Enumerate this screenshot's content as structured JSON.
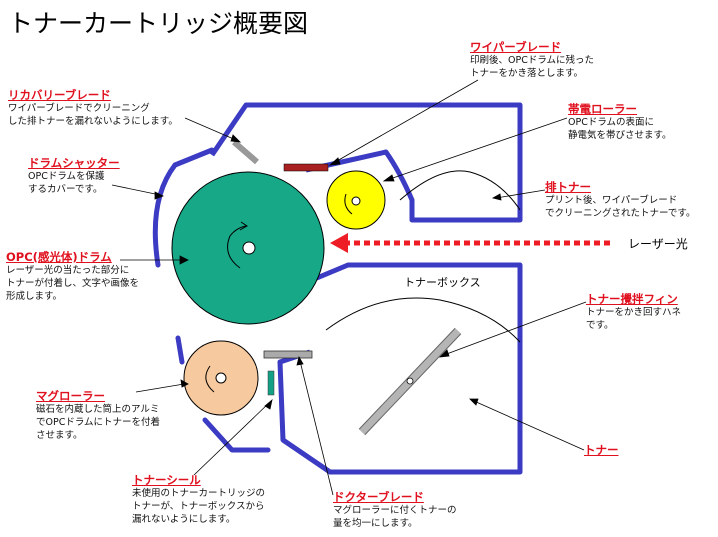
{
  "title": "トナーカートリッジ概要図",
  "labels": {
    "wiper_blade": {
      "title": "ワイパーブレード",
      "lines": [
        "印刷後、OPCドラムに残った",
        "トナーをかき落とします。"
      ]
    },
    "recovery_blade": {
      "title": "リカバリーブレード",
      "lines": [
        "ワイパーブレードでクリーニング",
        "した排トナーを漏れないようにします。"
      ]
    },
    "charge_roller": {
      "title": "帯電ローラー",
      "lines": [
        "OPCドラムの表面に",
        "静電気を帯びさせます。"
      ]
    },
    "drum_shutter": {
      "title": "ドラムシャッター",
      "lines": [
        "OPCドラムを保護",
        "するカバーです。"
      ]
    },
    "waste_toner": {
      "title": "排トナー",
      "lines": [
        "プリント後、ワイパーブレード",
        "でクリーニングされたトナーです。"
      ]
    },
    "opc_drum": {
      "title": "OPC(感光体)ドラム",
      "lines": [
        "レーザー光の当たった部分に",
        "トナーが付着し、文字や画像を",
        "形成します。"
      ]
    },
    "agitator": {
      "title": "トナー攪拌フィン",
      "lines": [
        "トナーをかき回すハネ",
        "です。"
      ]
    },
    "magnet_roller": {
      "title": "マグローラー",
      "lines": [
        "磁石を内蔵した筒上のアルミ",
        "でOPCドラムにトナーを付着",
        "させます。"
      ]
    },
    "toner": {
      "title": "トナー",
      "lines": []
    },
    "toner_seal": {
      "title": "トナーシール",
      "lines": [
        "未使用のトナーカートリッジの",
        "トナーが、トナーボックスから",
        "漏れないようにします。"
      ]
    },
    "doctor_blade": {
      "title": "ドクターブレード",
      "lines": [
        "マグローラーに付くトナーの",
        "量を均一にします。"
      ]
    }
  },
  "laser_label": "レーザー光",
  "toner_box_label": "トナーボックス",
  "colors": {
    "outline": "#3b3bc4",
    "drum": "#17a887",
    "charge_roller": "#ffff00",
    "magnet_roller": "#f7c99e",
    "laser": "#ee1c24",
    "title_red": "#e0101e",
    "wiper_blade": "#a82020",
    "seal": "#14a085",
    "grey": "#aaaaaa"
  }
}
